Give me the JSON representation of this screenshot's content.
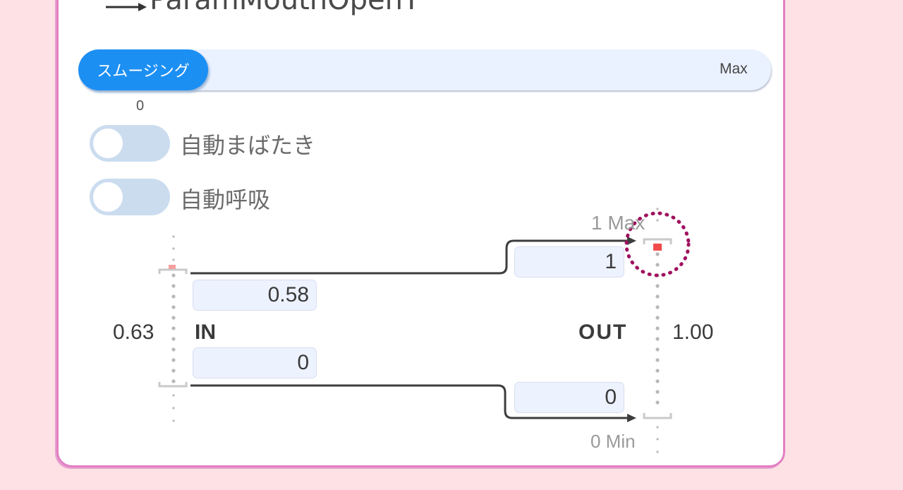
{
  "parameter": {
    "name": "ParamMouthOpenY"
  },
  "smoothing": {
    "label": "スムージング",
    "max_label": "Max",
    "value": "0"
  },
  "toggles": [
    {
      "label": "自動まばたき",
      "on": false
    },
    {
      "label": "自動呼吸",
      "on": false
    }
  ],
  "mapping": {
    "in_label": "IN",
    "out_label": "OUT",
    "in_current": "0.63",
    "out_current": "1.00",
    "in_max": "0.58",
    "in_min": "0",
    "out_max": "1",
    "out_min": "0",
    "out_max_caption": "1 Max",
    "out_min_caption": "0 Min"
  },
  "colors": {
    "accent": "#1c8ff3",
    "card_border": "#e27fc4",
    "highlight_ring": "#a0105e",
    "indicator": "#f24b4b"
  }
}
